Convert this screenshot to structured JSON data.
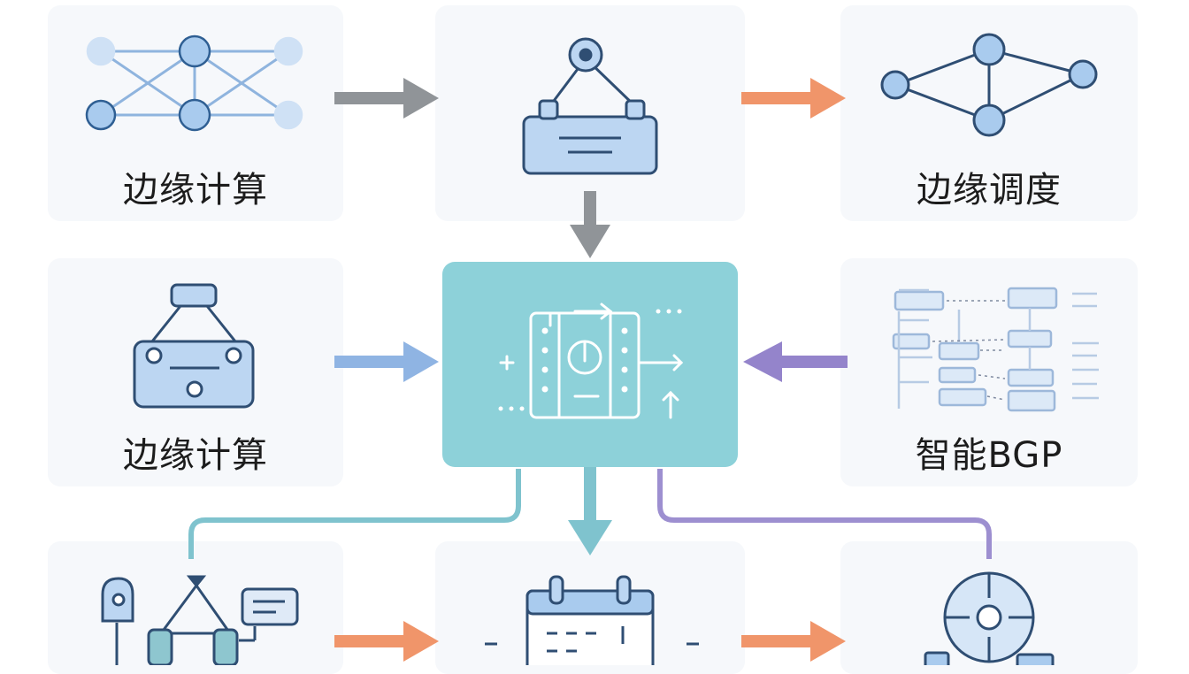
{
  "cards": {
    "top_left": {
      "label": "边缘计算",
      "icon": "mesh-network-icon"
    },
    "top_mid": {
      "label": "",
      "icon": "hanging-device-icon"
    },
    "top_right": {
      "label": "边缘调度",
      "icon": "node-graph-icon"
    },
    "mid_left": {
      "label": "边缘计算",
      "icon": "hanging-server-icon"
    },
    "center": {
      "label": "",
      "icon": "control-hub-icon"
    },
    "mid_right": {
      "label": "智能BGP",
      "icon": "flowchart-icon"
    },
    "bot_left": {
      "label": "",
      "icon": "edge-devices-icon"
    },
    "bot_mid": {
      "label": "",
      "icon": "calendar-icon"
    },
    "bot_right": {
      "label": "",
      "icon": "dial-icon"
    }
  },
  "colors": {
    "arrow_gray": "#909498",
    "arrow_orange": "#f0956a",
    "arrow_blue": "#8fb4e3",
    "arrow_purple": "#9484cb",
    "connector_teal": "#7fc3ce",
    "connector_purple": "#9d8fd0",
    "icon_stroke": "#2f4e73",
    "icon_fill": "#bcd6f2",
    "center_bg": "#8dd1d9"
  }
}
